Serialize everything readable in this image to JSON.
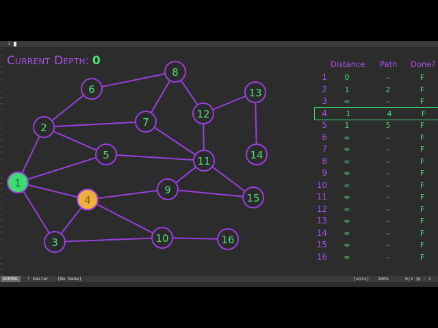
{
  "editor": {
    "line_number": "1",
    "status": {
      "mode": "NORMAL",
      "branch": "master",
      "filename": "[No Name]",
      "fileformat": "[unix]",
      "percent": "100%",
      "position": "0/1 ㏑ : 1"
    }
  },
  "header": {
    "label": "Current Depth:",
    "depth": "0"
  },
  "graph": {
    "nodes": [
      {
        "id": "1",
        "state": "visited"
      },
      {
        "id": "2",
        "state": "default"
      },
      {
        "id": "3",
        "state": "default"
      },
      {
        "id": "4",
        "state": "current"
      },
      {
        "id": "5",
        "state": "default"
      },
      {
        "id": "6",
        "state": "default"
      },
      {
        "id": "7",
        "state": "default"
      },
      {
        "id": "8",
        "state": "default"
      },
      {
        "id": "9",
        "state": "default"
      },
      {
        "id": "10",
        "state": "default"
      },
      {
        "id": "11",
        "state": "default"
      },
      {
        "id": "12",
        "state": "default"
      },
      {
        "id": "13",
        "state": "default"
      },
      {
        "id": "14",
        "state": "default"
      },
      {
        "id": "15",
        "state": "default"
      },
      {
        "id": "16",
        "state": "default"
      }
    ],
    "edges": [
      [
        "1",
        "2"
      ],
      [
        "1",
        "5"
      ],
      [
        "1",
        "4"
      ],
      [
        "1",
        "3"
      ],
      [
        "2",
        "6"
      ],
      [
        "2",
        "7"
      ],
      [
        "2",
        "5"
      ],
      [
        "6",
        "8"
      ],
      [
        "8",
        "7"
      ],
      [
        "8",
        "12"
      ],
      [
        "7",
        "11"
      ],
      [
        "5",
        "11"
      ],
      [
        "12",
        "11"
      ],
      [
        "12",
        "13"
      ],
      [
        "13",
        "14"
      ],
      [
        "4",
        "3"
      ],
      [
        "4",
        "9"
      ],
      [
        "4",
        "10"
      ],
      [
        "9",
        "11"
      ],
      [
        "9",
        "15"
      ],
      [
        "11",
        "15"
      ],
      [
        "3",
        "10"
      ],
      [
        "10",
        "16"
      ]
    ]
  },
  "table": {
    "headers": {
      "distance": "Distance",
      "path": "Path",
      "done": "Done?"
    },
    "selected_row": "4",
    "rows": [
      {
        "id": "1",
        "distance": "0",
        "path": "–",
        "done": "F"
      },
      {
        "id": "2",
        "distance": "1",
        "path": "2",
        "done": "F"
      },
      {
        "id": "3",
        "distance": "∞",
        "path": "–",
        "done": "F"
      },
      {
        "id": "4",
        "distance": "1",
        "path": "4",
        "done": "F"
      },
      {
        "id": "5",
        "distance": "1",
        "path": "5",
        "done": "F"
      },
      {
        "id": "6",
        "distance": "∞",
        "path": "–",
        "done": "F"
      },
      {
        "id": "7",
        "distance": "∞",
        "path": "–",
        "done": "F"
      },
      {
        "id": "8",
        "distance": "∞",
        "path": "–",
        "done": "F"
      },
      {
        "id": "9",
        "distance": "∞",
        "path": "–",
        "done": "F"
      },
      {
        "id": "10",
        "distance": "∞",
        "path": "–",
        "done": "F"
      },
      {
        "id": "11",
        "distance": "∞",
        "path": "–",
        "done": "F"
      },
      {
        "id": "12",
        "distance": "∞",
        "path": "–",
        "done": "F"
      },
      {
        "id": "13",
        "distance": "∞",
        "path": "–",
        "done": "F"
      },
      {
        "id": "14",
        "distance": "∞",
        "path": "–",
        "done": "F"
      },
      {
        "id": "15",
        "distance": "∞",
        "path": "–",
        "done": "F"
      },
      {
        "id": "16",
        "distance": "∞",
        "path": "–",
        "done": "F"
      }
    ]
  },
  "colors": {
    "accent_purple": "#9b3fe0",
    "text_green": "#4ddf78",
    "visited_green": "#3ddc71",
    "current_orange": "#f0b040",
    "background": "#2c2c2c"
  }
}
